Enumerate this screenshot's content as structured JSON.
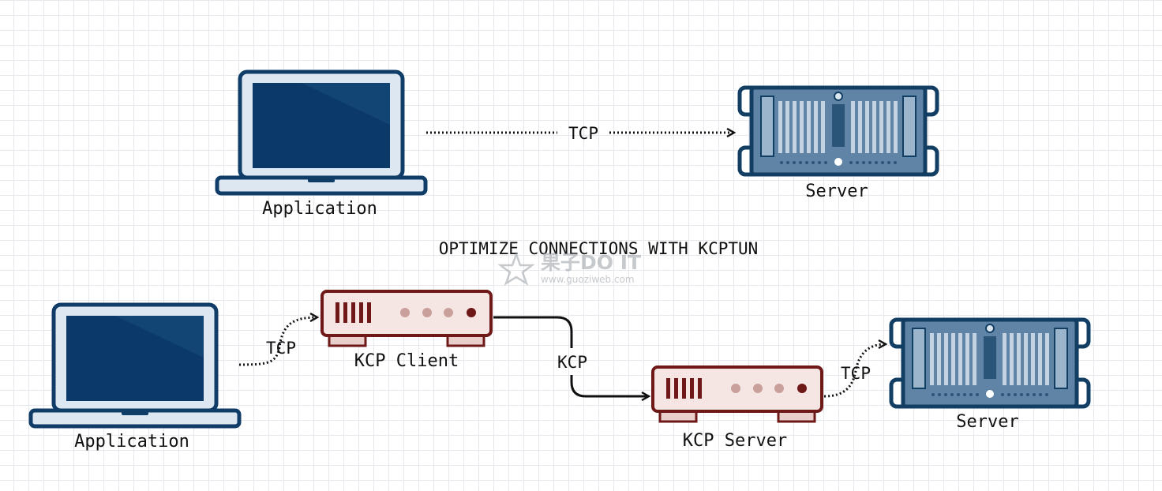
{
  "diagram": {
    "title": "OPTIMIZE CONNECTIONS WITH KCPTUN",
    "top": {
      "application_label": "Application",
      "server_label": "Server",
      "link_label": "TCP"
    },
    "bottom": {
      "application_label": "Application",
      "kcp_client_label": "KCP Client",
      "kcp_server_label": "KCP Server",
      "server_label": "Server",
      "app_to_client_label": "TCP",
      "client_to_server_label": "KCP",
      "kcp_server_to_server_label": "TCP"
    },
    "watermark": {
      "brand": "果子DO IT",
      "url": "www.guoziweb.com"
    }
  },
  "colors": {
    "laptop_frame": "#0f3d68",
    "laptop_screen": "#0b3a69",
    "laptop_light": "#dde7f1",
    "server_frame": "#123e63",
    "server_body": "#5f84a6",
    "router_frame": "#6e1818",
    "router_body": "#f5e6e4",
    "arrow": "#111111"
  }
}
